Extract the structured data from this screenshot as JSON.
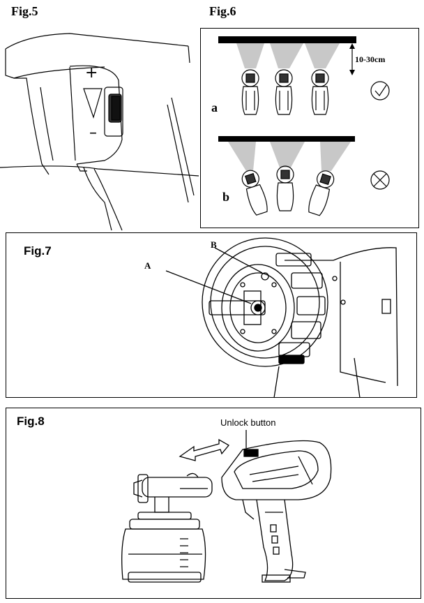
{
  "figures": {
    "fig5": {
      "label": "Fig.5",
      "plus": "+",
      "minus": "–"
    },
    "fig6": {
      "label": "Fig.6",
      "distance": "10-30cm",
      "row_a": "a",
      "row_b": "b",
      "correct_icon": "check-circle-icon",
      "wrong_icon": "cross-circle-icon"
    },
    "fig7": {
      "label": "Fig.7",
      "callout_a": "A",
      "callout_b": "B"
    },
    "fig8": {
      "label": "Fig.8",
      "unlock": "Unlock button"
    }
  },
  "colors": {
    "line": "#000000",
    "spray": "#c8c8c8",
    "bar": "#000000"
  }
}
